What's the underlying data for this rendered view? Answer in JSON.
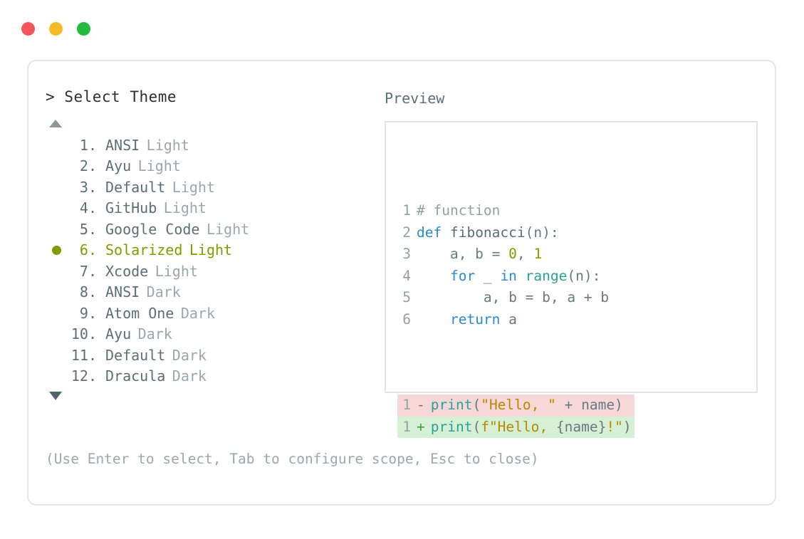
{
  "window": {
    "traffic_lights": [
      {
        "name": "close",
        "color": "#f5555a"
      },
      {
        "name": "minimize",
        "color": "#f7b928"
      },
      {
        "name": "maximize",
        "color": "#22bb3b"
      }
    ]
  },
  "left_pane": {
    "prompt_symbol": ">",
    "prompt_title": "Select Theme",
    "scroll_up_indicator": "▲",
    "scroll_down_indicator": "▼",
    "selected_index": 6,
    "selected_bullet_color": "#859900",
    "themes": [
      {
        "num": "1.",
        "name": "ANSI",
        "variant": "Light"
      },
      {
        "num": "2.",
        "name": "Ayu",
        "variant": "Light"
      },
      {
        "num": "3.",
        "name": "Default",
        "variant": "Light"
      },
      {
        "num": "4.",
        "name": "GitHub",
        "variant": "Light"
      },
      {
        "num": "5.",
        "name": "Google Code",
        "variant": "Light"
      },
      {
        "num": "6.",
        "name": "Solarized",
        "variant": "Light"
      },
      {
        "num": "7.",
        "name": "Xcode",
        "variant": "Light"
      },
      {
        "num": "8.",
        "name": "ANSI",
        "variant": "Dark"
      },
      {
        "num": "9.",
        "name": "Atom One",
        "variant": "Dark"
      },
      {
        "num": "10.",
        "name": "Ayu",
        "variant": "Dark"
      },
      {
        "num": "11.",
        "name": "Default",
        "variant": "Dark"
      },
      {
        "num": "12.",
        "name": "Dracula",
        "variant": "Dark"
      }
    ],
    "hint": "(Use Enter to select, Tab to configure scope, Esc to close)"
  },
  "right_pane": {
    "label": "Preview",
    "code_lines": [
      {
        "ln": "1",
        "tokens": [
          {
            "t": "# function",
            "c": "cmt"
          }
        ]
      },
      {
        "ln": "2",
        "tokens": [
          {
            "t": "def ",
            "c": "k"
          },
          {
            "t": "fibonacci",
            "c": "fn"
          },
          {
            "t": "(n):",
            "c": "pn"
          }
        ]
      },
      {
        "ln": "3",
        "tokens": [
          {
            "t": "    a, b = ",
            "c": "pn"
          },
          {
            "t": "0",
            "c": "num-lit"
          },
          {
            "t": ", ",
            "c": "pn"
          },
          {
            "t": "1",
            "c": "num-lit"
          }
        ]
      },
      {
        "ln": "4",
        "tokens": [
          {
            "t": "    ",
            "c": "pn"
          },
          {
            "t": "for",
            "c": "k"
          },
          {
            "t": " _ ",
            "c": "pn"
          },
          {
            "t": "in",
            "c": "k"
          },
          {
            "t": " ",
            "c": "pn"
          },
          {
            "t": "range",
            "c": "bi"
          },
          {
            "t": "(n):",
            "c": "pn"
          }
        ]
      },
      {
        "ln": "5",
        "tokens": [
          {
            "t": "        a, b = b, a + b",
            "c": "pn"
          }
        ]
      },
      {
        "ln": "6",
        "tokens": [
          {
            "t": "    ",
            "c": "pn"
          },
          {
            "t": "return",
            "c": "k"
          },
          {
            "t": " a",
            "c": "pn"
          }
        ]
      }
    ],
    "diff_lines": [
      {
        "ln": "1",
        "kind": "del",
        "sign": "-",
        "bg": "#f7d7d7",
        "tokens": [
          {
            "t": "print",
            "c": "bi"
          },
          {
            "t": "(",
            "c": "pn"
          },
          {
            "t": "\"Hello, \"",
            "c": "str"
          },
          {
            "t": " + name)",
            "c": "pn"
          }
        ]
      },
      {
        "ln": "1",
        "kind": "add",
        "sign": "+",
        "bg": "#d6f0d6",
        "tokens": [
          {
            "t": "print",
            "c": "bi"
          },
          {
            "t": "(",
            "c": "pn"
          },
          {
            "t": "f\"Hello, ",
            "c": "str"
          },
          {
            "t": "{name}",
            "c": "pn"
          },
          {
            "t": "!\"",
            "c": "str"
          },
          {
            "t": ")",
            "c": "pn"
          }
        ]
      }
    ]
  }
}
